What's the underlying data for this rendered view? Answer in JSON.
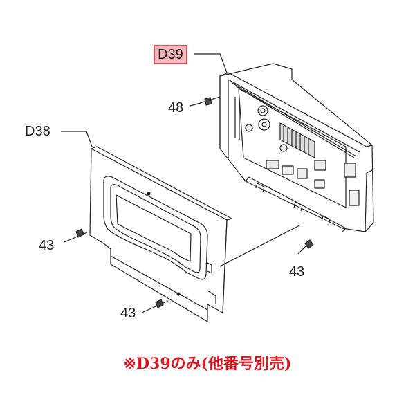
{
  "callouts": {
    "d39": "D39",
    "d38": "D38",
    "screw_48": "48",
    "screw_43_left": "43",
    "screw_43_right": "43",
    "screw_43_bottom": "43"
  },
  "highlight_color": "#f5b8bd",
  "note": "※D39のみ(他番号別売)",
  "note_color": "#e0121d"
}
